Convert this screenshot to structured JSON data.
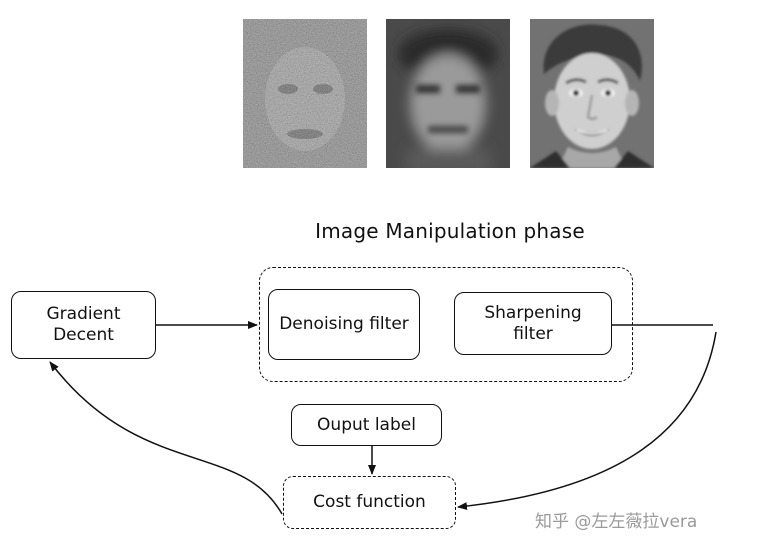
{
  "diagram": {
    "title": "Image Manipulation phase",
    "nodes": {
      "gradient": "Gradient\nDecent",
      "denoise": "Denoising filter",
      "sharpen": "Sharpening\nfilter",
      "output": "Ouput label",
      "cost": "Cost function"
    },
    "images": [
      "noisy-face-image",
      "blurred-face-image",
      "clean-face-photo"
    ]
  },
  "watermark": "知乎 @左左薇拉vera"
}
